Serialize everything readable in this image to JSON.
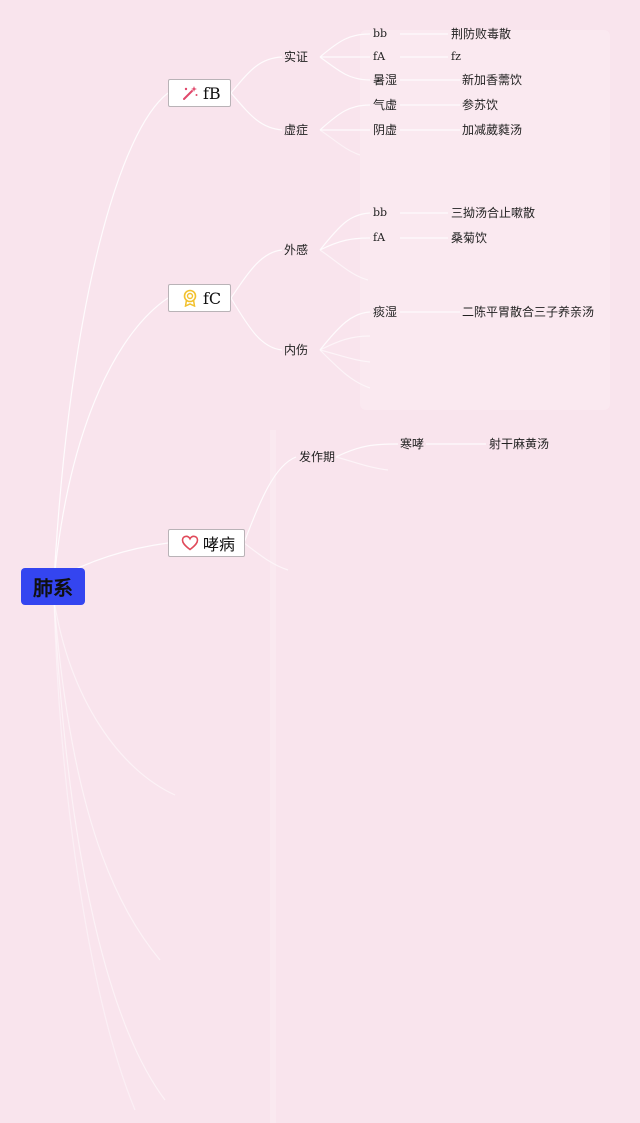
{
  "root": {
    "label": "肺系"
  },
  "branches": [
    {
      "label": "fB",
      "icon": "magic-wand-icon",
      "children": [
        {
          "label": "实证",
          "items": [
            {
              "label": "bb",
              "leaf": "荆防败毒散"
            },
            {
              "label": "fA",
              "leaf": "fz"
            },
            {
              "label": "暑湿",
              "leaf": "新加香薷饮"
            }
          ]
        },
        {
          "label": "虚症",
          "items": [
            {
              "label": "气虚",
              "leaf": "参苏饮"
            },
            {
              "label": "阴虚",
              "leaf": "加减葳蕤汤"
            }
          ]
        }
      ]
    },
    {
      "label": "fC",
      "icon": "medal-icon",
      "children": [
        {
          "label": "外感",
          "items": [
            {
              "label": "bb",
              "leaf": "三拗汤合止嗽散"
            },
            {
              "label": "fA",
              "leaf": "桑菊饮"
            }
          ]
        },
        {
          "label": "内伤",
          "items": [
            {
              "label": "痰湿",
              "leaf": "二陈平胃散合三子养亲汤"
            }
          ]
        }
      ]
    },
    {
      "label": "哮病",
      "icon": "heart-icon",
      "children": [
        {
          "label": "发作期",
          "items": [
            {
              "label": "寒哮",
              "leaf": "射干麻黄汤"
            }
          ]
        }
      ]
    }
  ],
  "colors": {
    "background": "#f9e4ed",
    "root_fill": "#3445f0",
    "connector": "#ffffff",
    "wand": "#e0486b",
    "medal": "#f2c12e",
    "heart": "#e04a5a"
  }
}
